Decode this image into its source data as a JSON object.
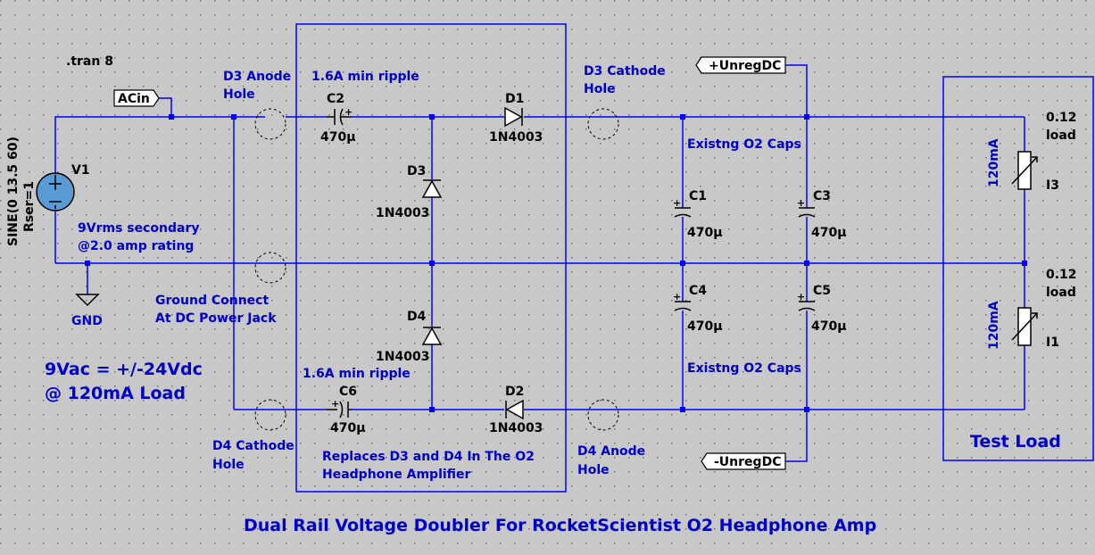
{
  "directive": ".tran 8",
  "nets": {
    "acin": "ACin",
    "pos_unreg": "+UnregDC",
    "neg_unreg": "-UnregDC",
    "ground": "GND"
  },
  "source": {
    "name": "V1",
    "value": "SINE(0 13.5 60)",
    "rser": "Rser=1"
  },
  "parts": {
    "c1": {
      "ref": "C1",
      "value": "470µ"
    },
    "c2": {
      "ref": "C2",
      "value": "470µ"
    },
    "c3": {
      "ref": "C3",
      "value": "470µ"
    },
    "c4": {
      "ref": "C4",
      "value": "470µ"
    },
    "c5": {
      "ref": "C5",
      "value": "470µ"
    },
    "c6": {
      "ref": "C6",
      "value": "470µ"
    },
    "d1": {
      "ref": "D1",
      "value": "1N4003"
    },
    "d2": {
      "ref": "D2",
      "value": "1N4003"
    },
    "d3": {
      "ref": "D3",
      "value": "1N4003"
    },
    "d4": {
      "ref": "D4",
      "value": "1N4003"
    },
    "i3": {
      "ref": "I3",
      "value": "120mA",
      "note1": "0.12",
      "note2": "load"
    },
    "i1": {
      "ref": "I1",
      "value": "120mA",
      "note1": "0.12",
      "note2": "load"
    }
  },
  "notes": {
    "d3_anode_1": "D3 Anode",
    "d3_anode_2": "Hole",
    "d3_cathode_1": "D3 Cathode",
    "d3_cathode_2": "Hole",
    "d4_cathode_1": "D4 Cathode",
    "d4_cathode_2": "Hole",
    "d4_anode_1": "D4 Anode",
    "d4_anode_2": "Hole",
    "ripple_top": "1.6A min ripple",
    "ripple_bottom": "1.6A min ripple",
    "secondary_1": "9Vrms secondary",
    "secondary_2": "@2.0 amp rating",
    "ground_1": "Ground Connect",
    "ground_2": "At DC Power Jack",
    "existing_top": "Existng O2 Caps",
    "existing_bottom": "Existng O2 Caps",
    "replaces_1": "Replaces D3 and D4 In The O2",
    "replaces_2": "Headphone Amplifier",
    "summary_1": "9Vac = +/-24Vdc",
    "summary_2": "@ 120mA Load",
    "test_load": "Test Load"
  },
  "title": "Dual Rail Voltage Doubler For RocketScientist O2 Headphone Amp",
  "colors": {
    "background": "#c8c8c8",
    "wire": "#0000ff",
    "text": "#0000cd",
    "component": "#000000"
  }
}
